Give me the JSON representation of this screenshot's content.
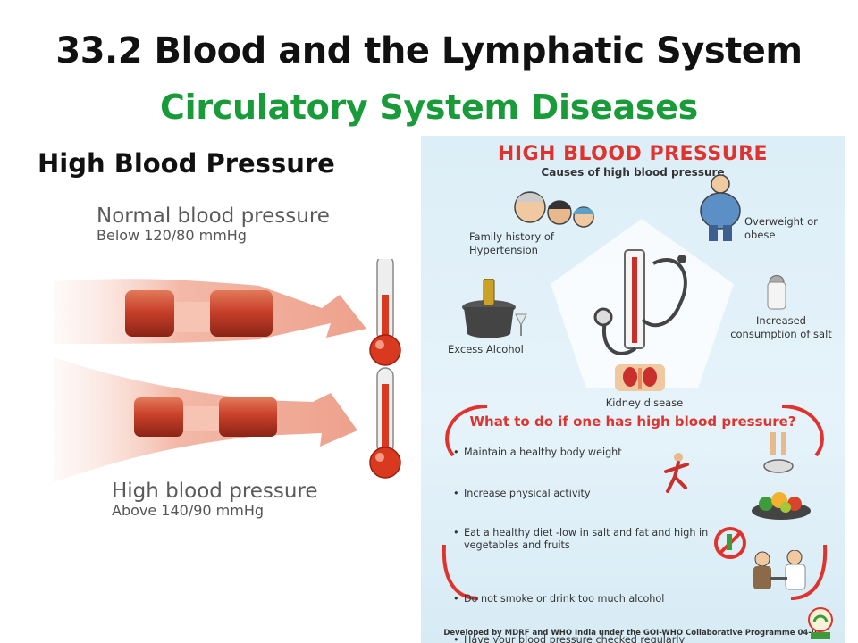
{
  "slide": {
    "title": "33.2 Blood and the Lymphatic System",
    "subtitle": "Circulatory System Diseases",
    "section_heading": "High Blood Pressure"
  },
  "illustration": {
    "normal_label": "Normal blood pressure",
    "normal_value": "Below 120/80 mmHg",
    "high_label": "High blood pressure",
    "high_value": "Above 140/90 mmHg",
    "vessel_color": "#c8402a",
    "thermometer_color": "#d93a1f"
  },
  "poster": {
    "title": "HIGH BLOOD PRESSURE",
    "causes_heading": "Causes of high blood pressure",
    "causes": {
      "family": "Family history of Hypertension",
      "overweight": "Overweight or obese",
      "salt": "Increased consumption of salt",
      "alcohol": "Excess Alcohol",
      "kidney": "Kidney disease"
    },
    "what_to_do_heading": "What to do if one has high blood pressure?",
    "tips": [
      "Maintain a healthy body weight",
      "Increase physical activity",
      "Eat a healthy diet -low in salt and fat and high in vegetables and fruits",
      "Do not smoke or drink too much alcohol",
      "Have your blood pressure checked regularly"
    ],
    "footer": "Developed by MDRF and WHO India under the GOI-WHO Collaborative Programme 04-05",
    "accent_color": "#e0332d",
    "background_color": "#dceef7"
  }
}
